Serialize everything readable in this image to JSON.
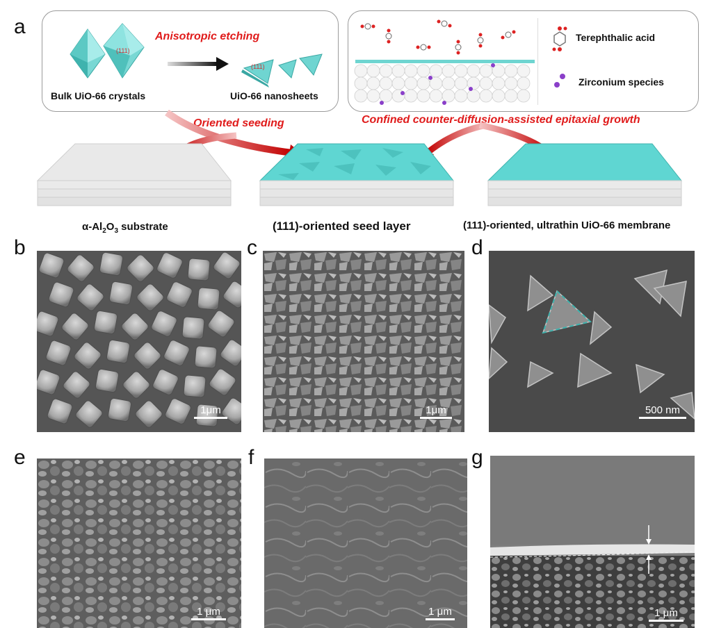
{
  "panel_labels": {
    "a": "a",
    "b": "b",
    "c": "c",
    "d": "d",
    "e": "e",
    "f": "f",
    "g": "g"
  },
  "schematic": {
    "anisotropic_etching": "Anisotropic etching",
    "facet_label": "(111)",
    "bulk_crystals": "Bulk UiO-66 crystals",
    "nanosheets": "UiO-66 nanosheets",
    "oriented_seeding": "Oriented seeding",
    "epitaxial_growth": "Confined counter-diffusion-assisted epitaxial growth",
    "legend_terephthalic": "Terephthalic acid",
    "legend_zirconium": "Zirconium species",
    "substrate_caption_prefix": "α-Al",
    "substrate_caption_sub1": "2",
    "substrate_caption_mid": "O",
    "substrate_caption_sub2": "3",
    "substrate_caption_suffix": " substrate",
    "seed_layer_caption": "(111)-oriented seed layer",
    "membrane_caption": "(111)-oriented, ultrathin UiO-66 membrane"
  },
  "scale_bars": {
    "b": "1μm",
    "c": "1μm",
    "d": "500 nm",
    "e": "1 μm",
    "f": "1 μm",
    "g": "1 μm"
  },
  "colors": {
    "accent_red": "#e01b1b",
    "teal": "#5fd6d2",
    "box_border": "#9a9a9a",
    "zirconium": "#8a3fc9"
  }
}
